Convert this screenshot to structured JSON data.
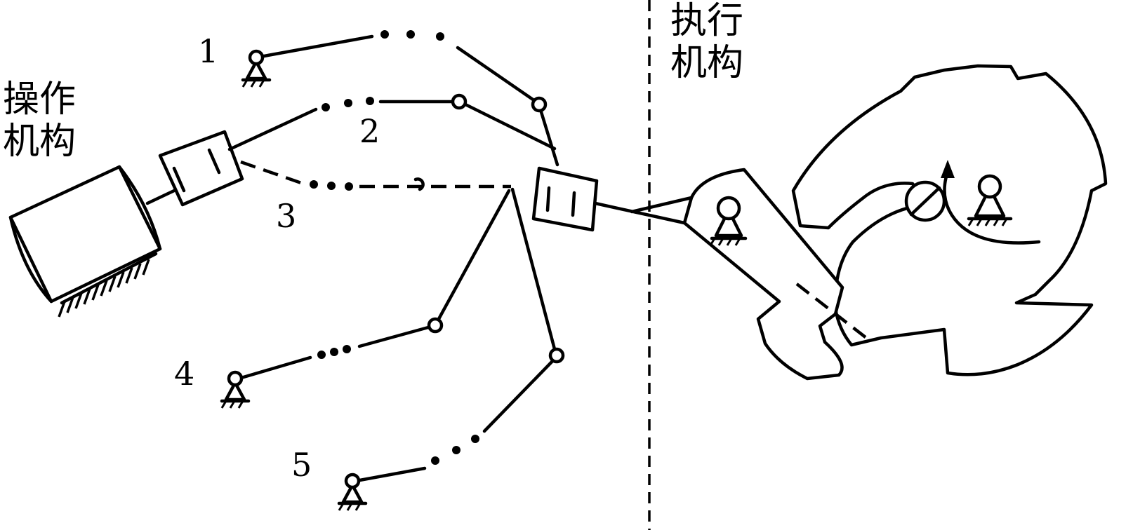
{
  "labels": {
    "operating_mechanism": [
      "操作",
      "机构"
    ],
    "actuating_mechanism": [
      "执行",
      "机构"
    ],
    "links": [
      "1",
      "2",
      "3",
      "4",
      "5"
    ]
  },
  "colors": {
    "ink": "#000000",
    "paper": "#ffffff"
  }
}
